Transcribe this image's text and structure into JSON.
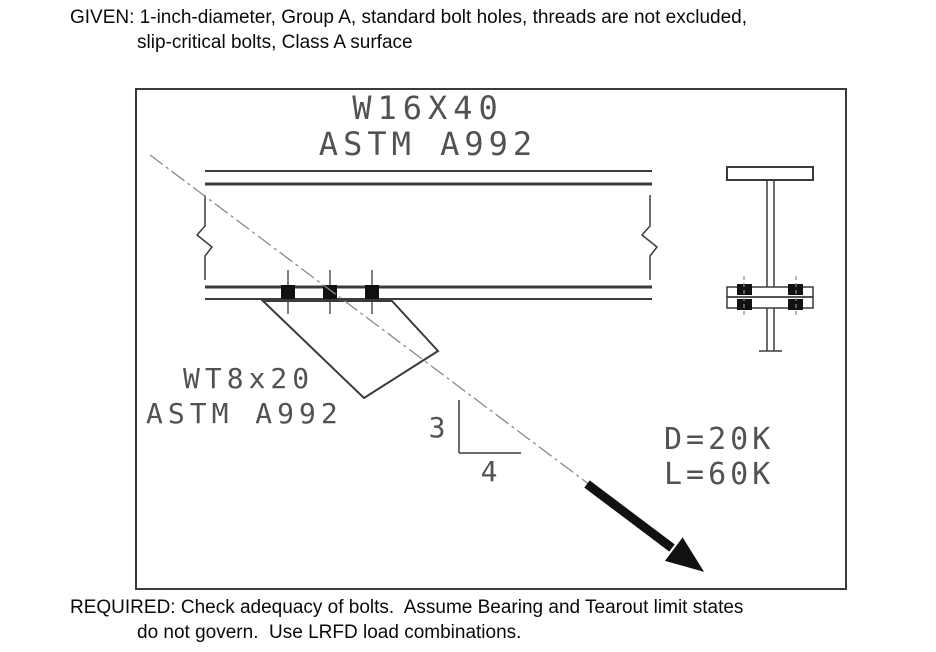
{
  "given": {
    "line1": "GIVEN: 1-inch-diameter, Group A, standard bolt holes, threads are not excluded,",
    "line2": "slip-critical bolts, Class A surface"
  },
  "figure": {
    "beam_size": "W16X40",
    "beam_spec": "ASTM A992",
    "wt_size": "WT8x20",
    "wt_spec": "ASTM A992",
    "slope_rise": "3",
    "slope_run": "4",
    "load_dead": "D=20K",
    "load_live": "L=60K"
  },
  "required": {
    "line1": "REQUIRED: Check adequacy of bolts.  Assume Bearing and Tearout limit states",
    "line2": "do not govern.  Use LRFD load combinations."
  },
  "colors": {
    "line": "#3b3b3b",
    "cad_text": "#525252",
    "body_text": "#0a0a0a",
    "background": "#ffffff"
  }
}
